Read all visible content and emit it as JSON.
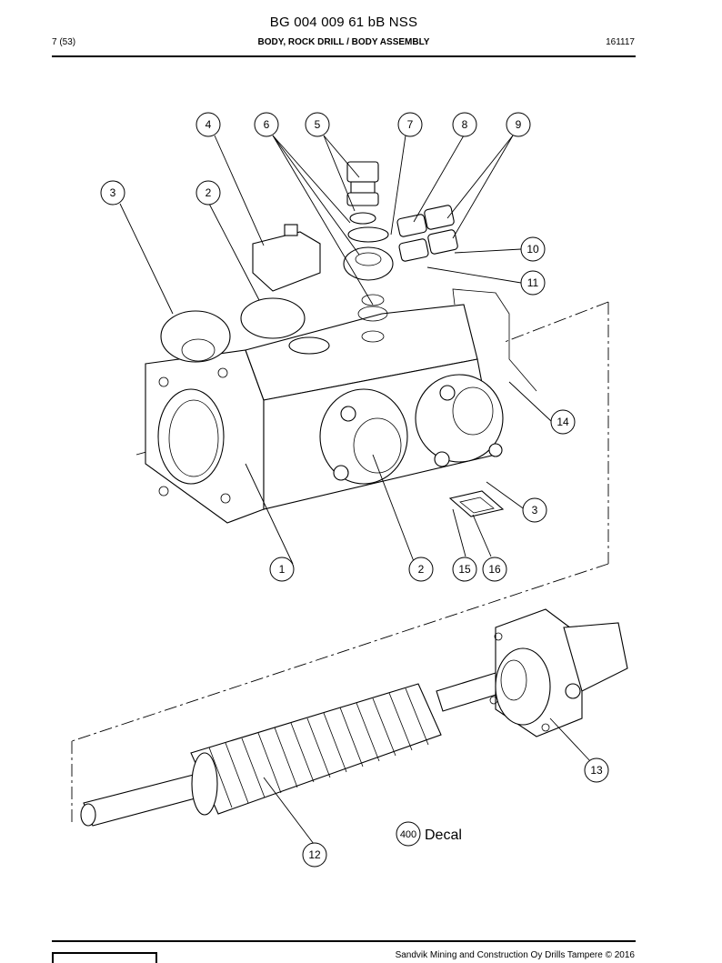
{
  "header": {
    "doc_number": "BG 004 009 61 bB NSS",
    "page": "7 (53)",
    "section_title": "BODY, ROCK DRILL / BODY ASSEMBLY",
    "date_code": "161117"
  },
  "footer": {
    "copyright": "Sandvik Mining and Construction Oy Drills Tampere © 2016"
  },
  "callouts": [
    "4",
    "6",
    "5",
    "7",
    "8",
    "9",
    "3",
    "2",
    "10",
    "11",
    "14",
    "3",
    "1",
    "2",
    "15",
    "16",
    "13",
    "12",
    "400"
  ],
  "decal_label": "Decal"
}
